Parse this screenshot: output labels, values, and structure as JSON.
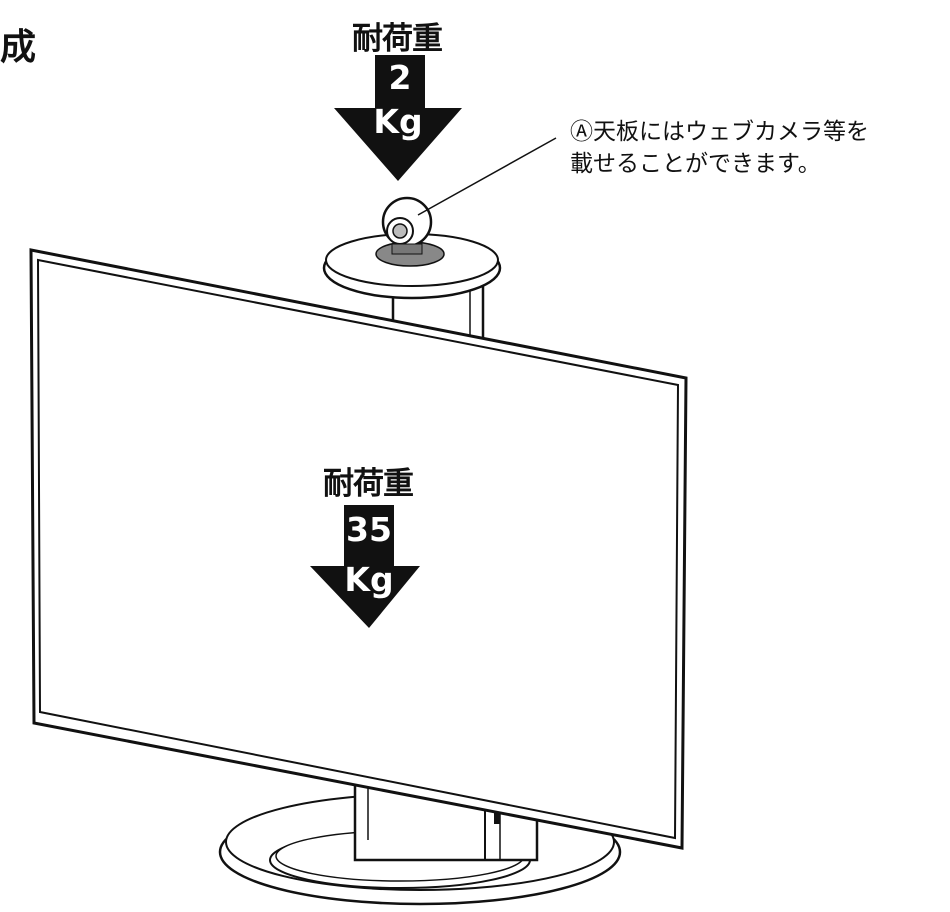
{
  "heading": "成",
  "top_load": {
    "title": "耐荷重",
    "value": "2",
    "unit": "Kg"
  },
  "screen_load": {
    "title": "耐荷重",
    "value": "35",
    "unit": "Kg"
  },
  "callout": {
    "line1": "Ⓐ天板にはウェブカメラ等を",
    "line2": "載せることができます。"
  }
}
